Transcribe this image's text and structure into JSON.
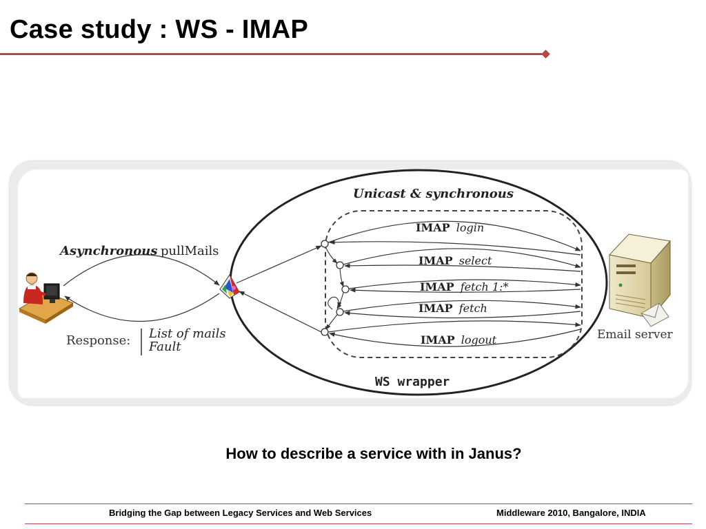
{
  "slide": {
    "title": "Case study : WS - IMAP",
    "question": "How to describe a service with in Janus?",
    "footer_left": "Bridging the Gap between Legacy Services and Web Services",
    "footer_right": "Middleware 2010, Bangalore, INDIA",
    "accent_color": "#b5474b"
  },
  "diagram": {
    "async_label_bold": "Asynchronous",
    "async_label_rest": "pullMails",
    "response_label": "Response:",
    "response_options": [
      "List of mails",
      "Fault"
    ],
    "unicast_label": "Unicast & synchronous",
    "wrapper_label": "WS wrapper",
    "server_label": "Email server",
    "imap_keyword": "IMAP",
    "imap_commands": [
      "login",
      "select",
      "fetch 1:*",
      "fetch",
      "logout"
    ],
    "icons": {
      "client": "user-at-computer-icon",
      "wrapper": "ws-wrapper-icon",
      "server": "email-server-icon"
    }
  }
}
